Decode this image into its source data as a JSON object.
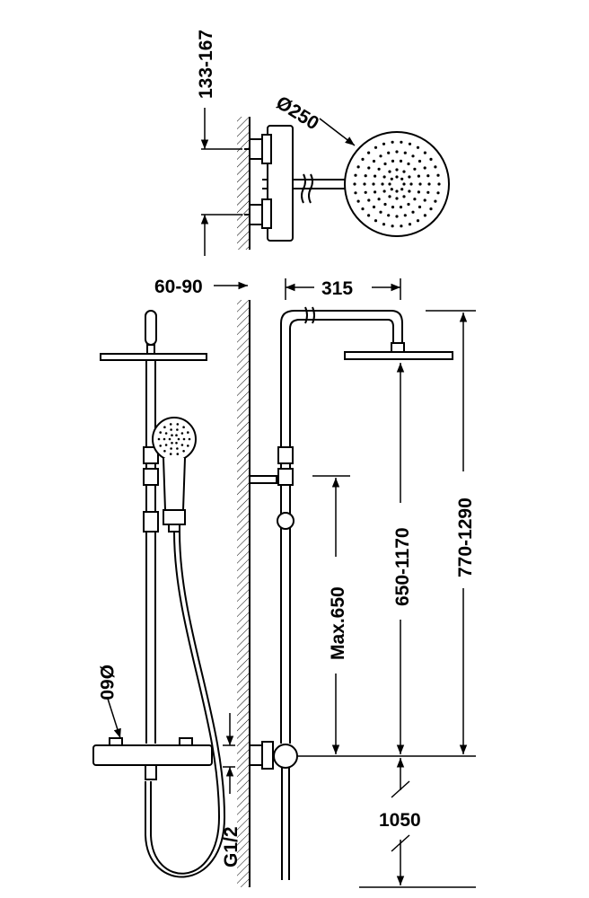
{
  "dimensions": {
    "wall_offset_small": "133-167",
    "head_diameter": "Ø250",
    "wall_distance": "60-90",
    "arm_length": "315",
    "bar_diameter": "Ø60",
    "thread": "G1/2",
    "max_slider_height": "Max.650",
    "head_height": "650-1170",
    "total_height": "770-1290",
    "floor_height": "1050"
  },
  "colors": {
    "line": "#000000",
    "background": "#ffffff",
    "hatch": "#000000"
  }
}
